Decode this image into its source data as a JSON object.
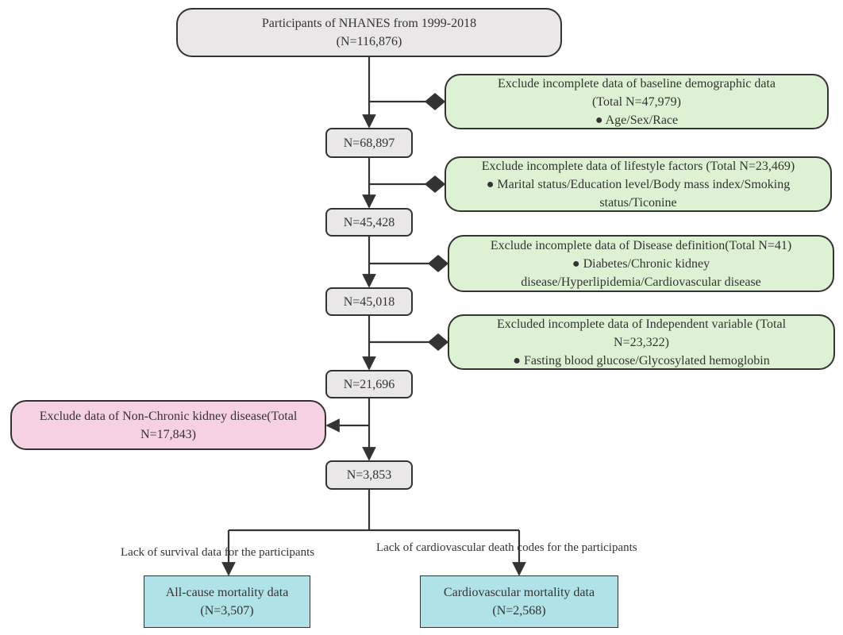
{
  "top": {
    "line1": "Participants of NHANES from 1999-2018",
    "line2": "(N=116,876)"
  },
  "excl1": {
    "line1": "Exclude incomplete data of baseline demographic data",
    "line2": "(Total N=47,979)",
    "line3": "● Age/Sex/Race"
  },
  "n1": "N=68,897",
  "excl2": {
    "line1": "Exclude incomplete data of lifestyle factors (Total N=23,469)",
    "line2": "● Marital status/Education level/Body mass index/Smoking",
    "line3": "status/Ticonine"
  },
  "n2": "N=45,428",
  "excl3": {
    "line1": "Exclude incomplete data of Disease definition(Total N=41)",
    "line2": "● Diabetes/Chronic kidney",
    "line3": "disease/Hyperlipidemia/Cardiovascular disease"
  },
  "n3": "N=45,018",
  "excl4": {
    "line1": "Excluded incomplete data of Independent variable (Total",
    "line2": "N=23,322)",
    "line3": "● Fasting blood glucose/Glycosylated hemoglobin"
  },
  "n4": "N=21,696",
  "excl5": {
    "line1": "Exclude data of Non-Chronic kidney disease(Total",
    "line2": "N=17,843)"
  },
  "n5": "N=3,853",
  "branch_left_label": "Lack of survival data for the participants",
  "branch_right_label": "Lack of cardiovascular death codes for the participants",
  "out_left": {
    "line1": "All-cause mortality data",
    "line2": "(N=3,507)"
  },
  "out_right": {
    "line1": "Cardiovascular mortality data",
    "line2": "(N=2,568)"
  },
  "colors": {
    "gray": "#e9e7e8",
    "green": "#dcf2d2",
    "pink": "#f6d1e3",
    "teal": "#b0e3e7",
    "line": "#333333"
  }
}
